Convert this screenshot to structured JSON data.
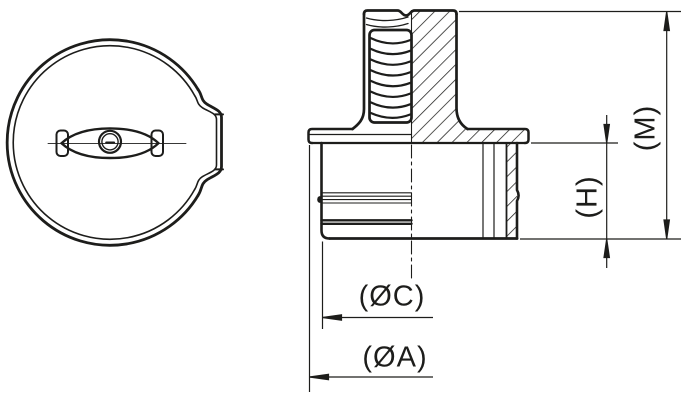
{
  "drawing": {
    "background_color": "#ffffff",
    "line_color": "#1d1d1b",
    "views": [
      {
        "name": "front-view",
        "description": "circular face of plug with wing grip and side tab"
      },
      {
        "name": "side-half-section-view",
        "description": "half section: external thread boss, flange, ribbed plug body"
      }
    ],
    "dimension_labels": {
      "m": "(M)",
      "h": "(H)",
      "dc": "(ØC)",
      "da": "(ØA)"
    }
  }
}
